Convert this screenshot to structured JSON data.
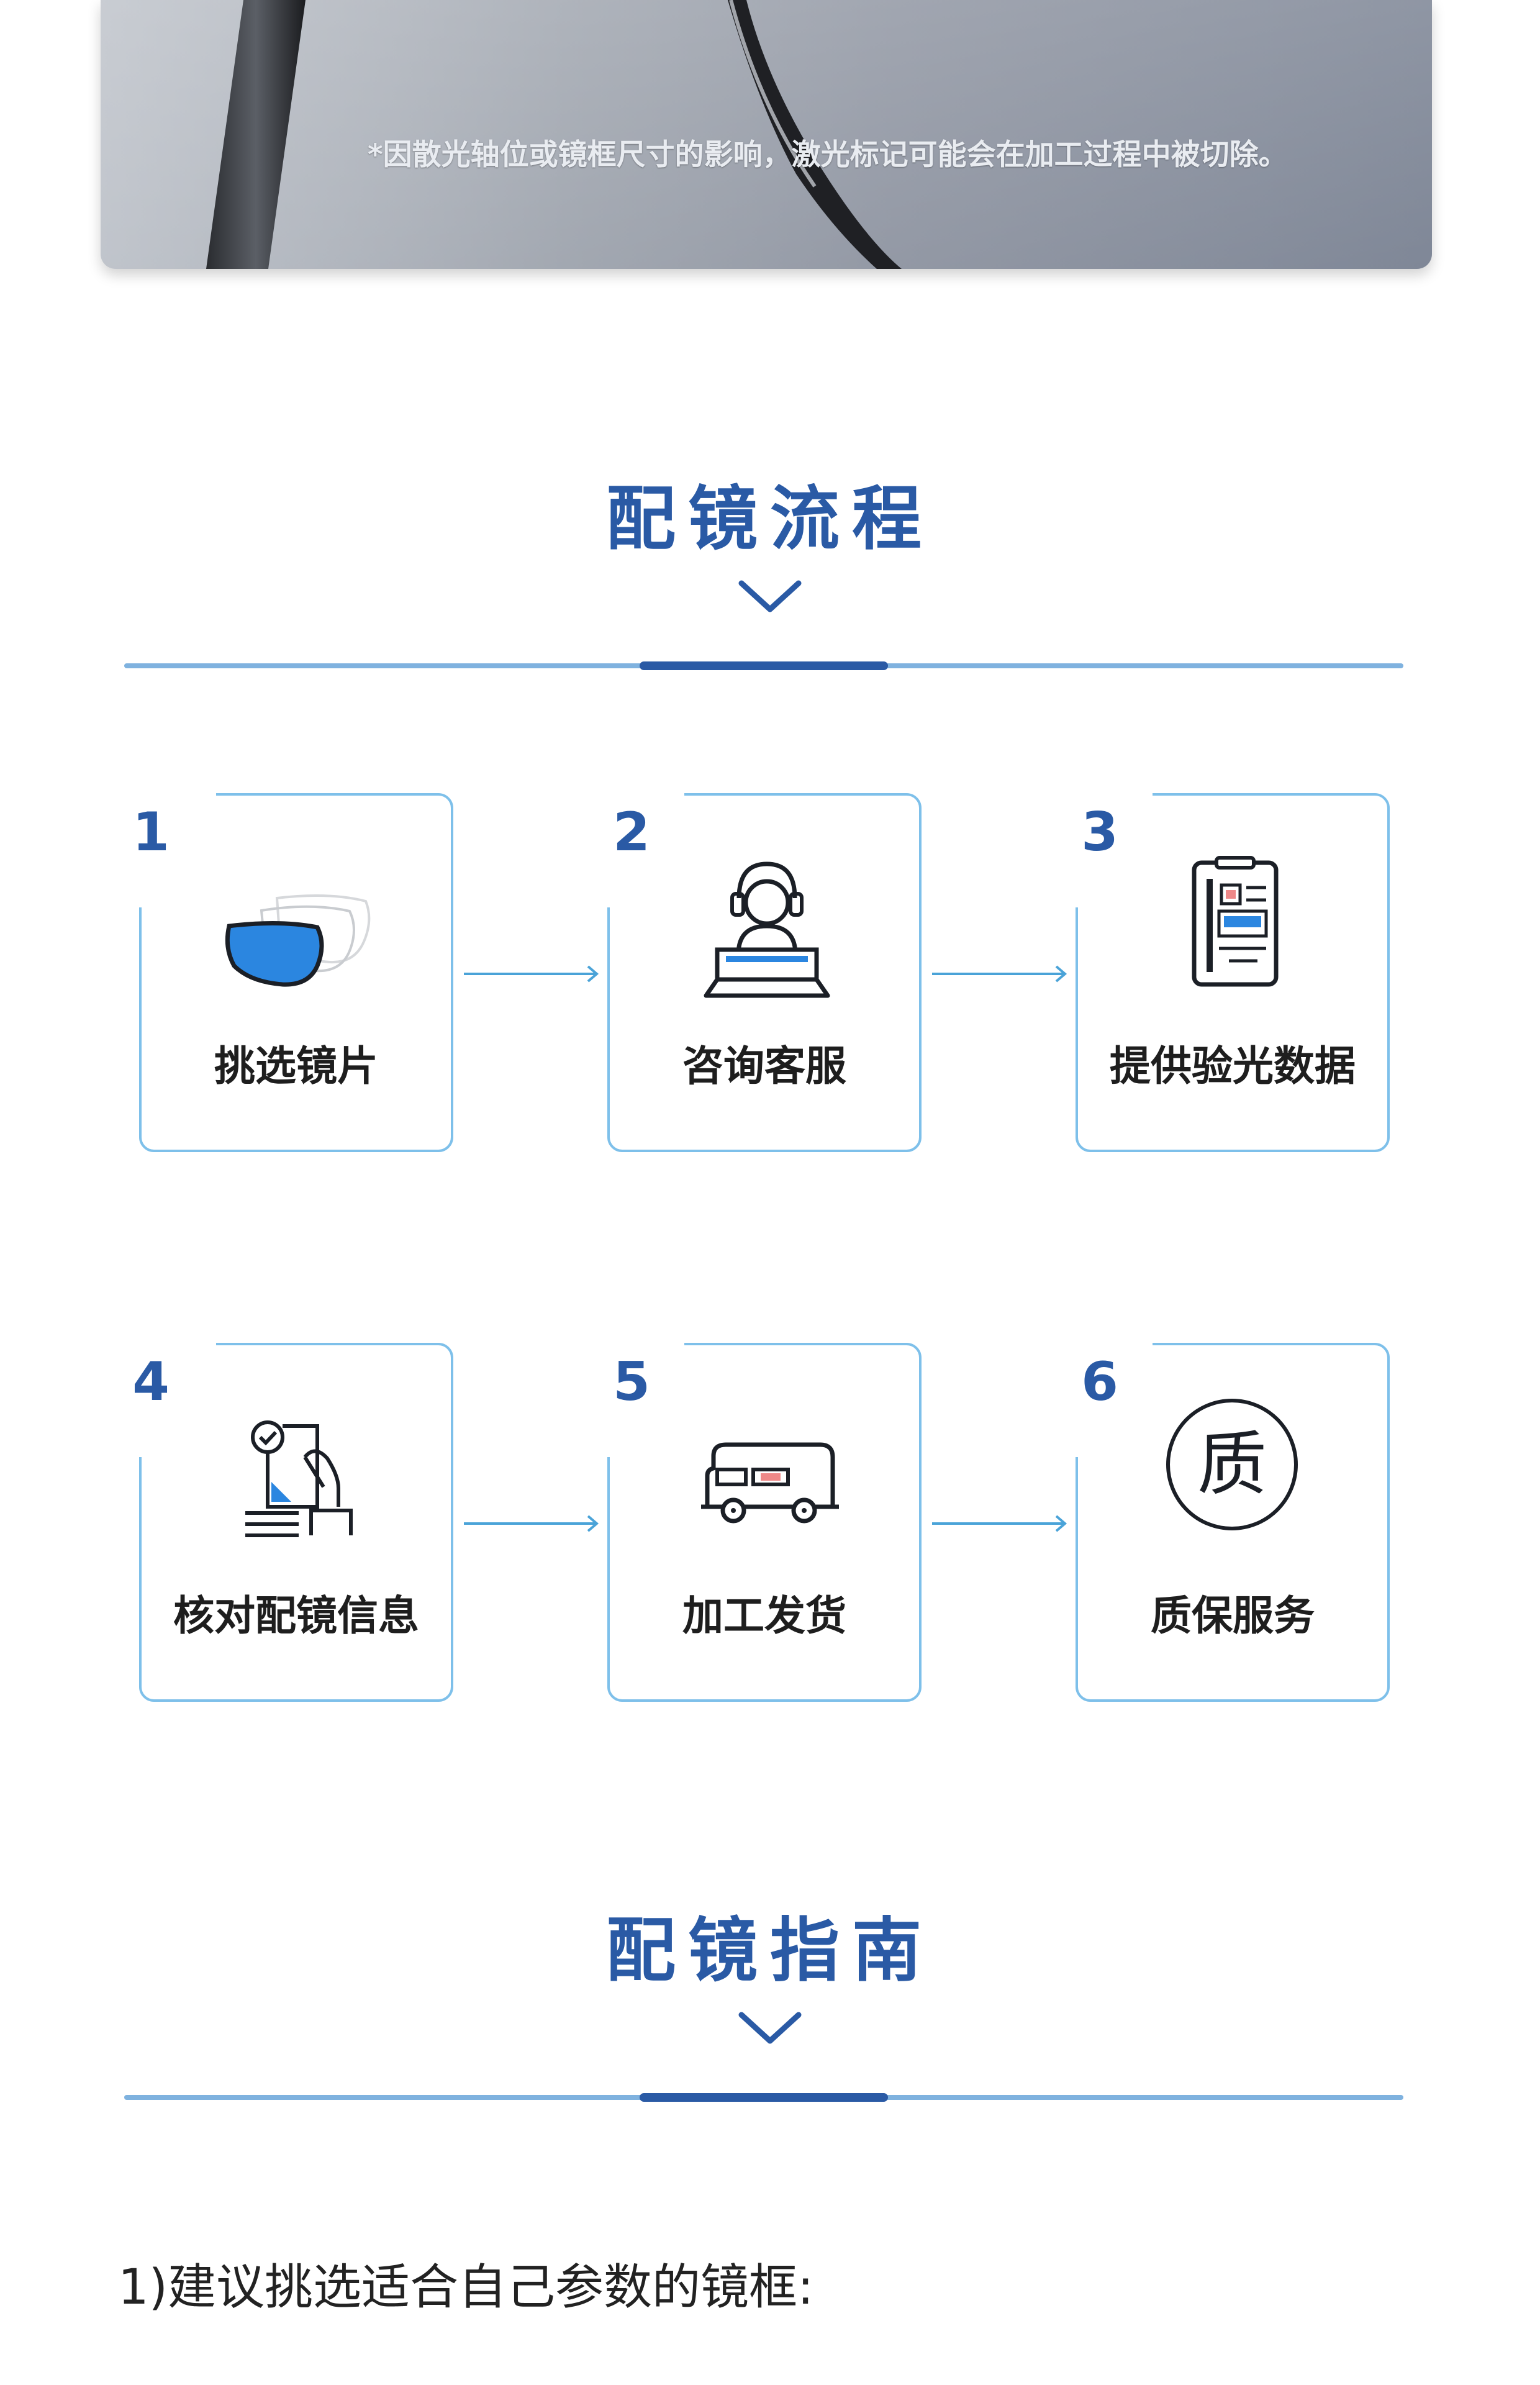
{
  "hero": {
    "note": "*因散光轴位或镜框尺寸的影响，激光标记可能会在加工过程中被切除。"
  },
  "sections": {
    "process_title": "配镜流程",
    "guide_title": "配镜指南"
  },
  "steps": [
    {
      "num": "1",
      "label": "挑选镜片",
      "icon": "lens-icon"
    },
    {
      "num": "2",
      "label": "咨询客服",
      "icon": "customer-service-icon"
    },
    {
      "num": "3",
      "label": "提供验光数据",
      "icon": "prescription-document-icon"
    },
    {
      "num": "4",
      "label": "核对配镜信息",
      "icon": "verify-checklist-icon"
    },
    {
      "num": "5",
      "label": "加工发货",
      "icon": "delivery-truck-icon"
    },
    {
      "num": "6",
      "label": "质保服务",
      "icon": "quality-badge-icon",
      "badge_char": "质"
    }
  ],
  "guide": {
    "line1": "1)建议挑选适合自己参数的镜框:"
  },
  "colors": {
    "title_blue": "#2a5aa5",
    "card_border": "#7ec0ea",
    "rule_light": "#7fb2df",
    "lens_blue": "#2b86e0"
  }
}
